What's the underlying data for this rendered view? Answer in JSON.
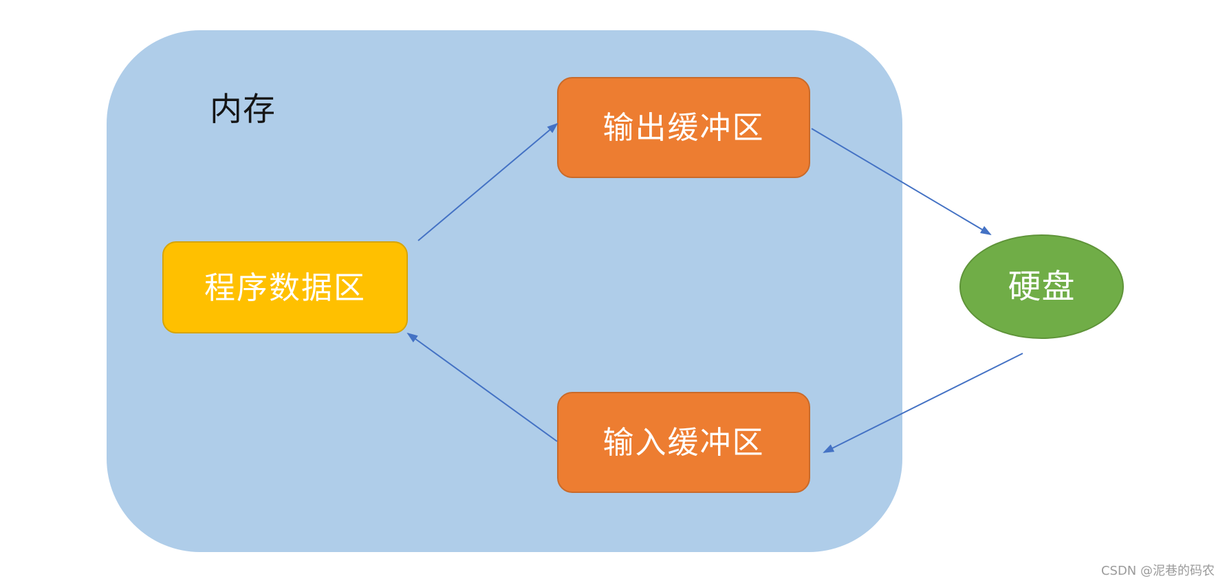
{
  "diagram": {
    "memory_label": "内存",
    "program_data_area": "程序数据区",
    "output_buffer": "输出缓冲区",
    "input_buffer": "输入缓冲区",
    "disk": "硬盘",
    "watermark": "CSDN @泥巷的码农"
  },
  "colors": {
    "memory_region": "#afcde9",
    "program_data_area": "#ffc000",
    "buffer": "#ed7d31",
    "disk": "#70ad47",
    "arrow": "#4472c4"
  }
}
